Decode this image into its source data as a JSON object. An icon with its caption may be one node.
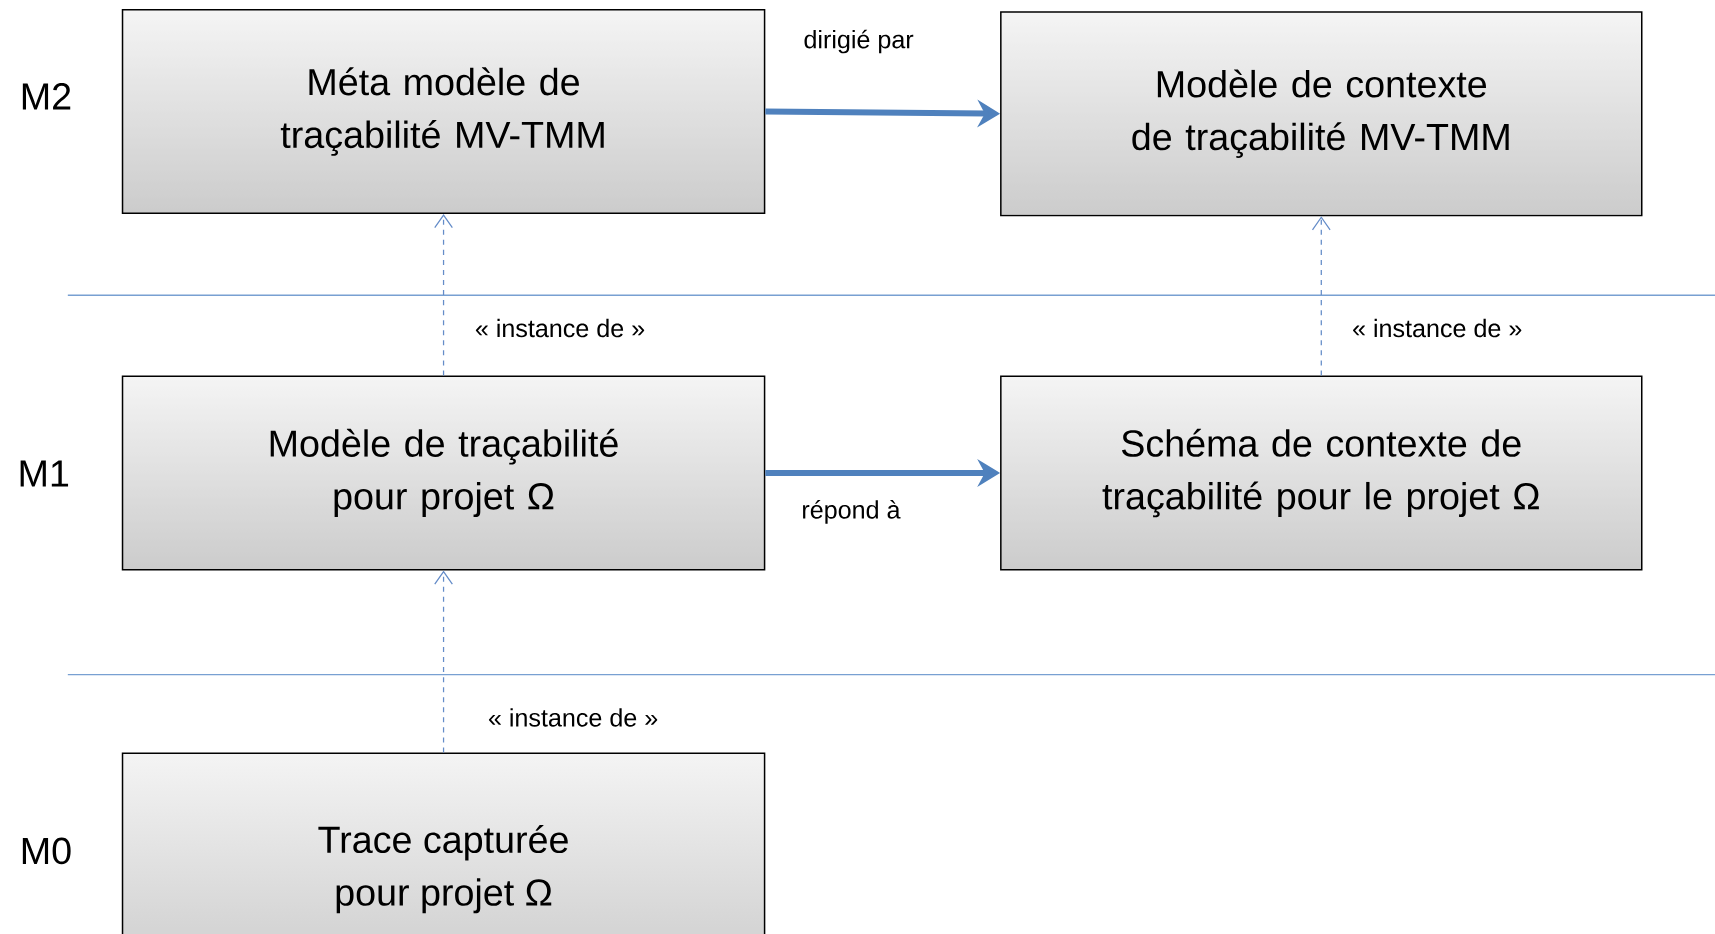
{
  "diagram": {
    "nodes": [
      {
        "text": [
          "Méta modèle de traçabilité MV-TMM"
        ]
      },
      {
        "text": [
          "Modèle de contexte de traçabilité MV-TMM"
        ]
      },
      {
        "text": [
          "Modèle de traçabilité pour projet Ω"
        ]
      },
      {
        "text": [
          "Schéma de contexte de traçabilité pour le projet Ω"
        ]
      },
      {
        "text": [
          "Trace capturée pour projet Ω"
        ]
      }
    ],
    "edges": [
      {
        "from": 0,
        "to": 1,
        "arrow": "to",
        "label": "dirigié par",
        "style": "thick"
      },
      {
        "from": 2,
        "to": 0,
        "arrow": "to",
        "label": "« instance de »",
        "style": "dashed"
      },
      {
        "from": 2,
        "to": 3,
        "arrow": "to",
        "label": "répond à",
        "style": "thick"
      },
      {
        "from": 3,
        "to": 1,
        "arrow": "to",
        "label": "« instance de »",
        "style": "dashed"
      },
      {
        "from": 4,
        "to": 2,
        "arrow": "to",
        "label": "« instance de »",
        "style": "dashed"
      }
    ],
    "labels": [
      "M2",
      "M1",
      "M0"
    ]
  }
}
